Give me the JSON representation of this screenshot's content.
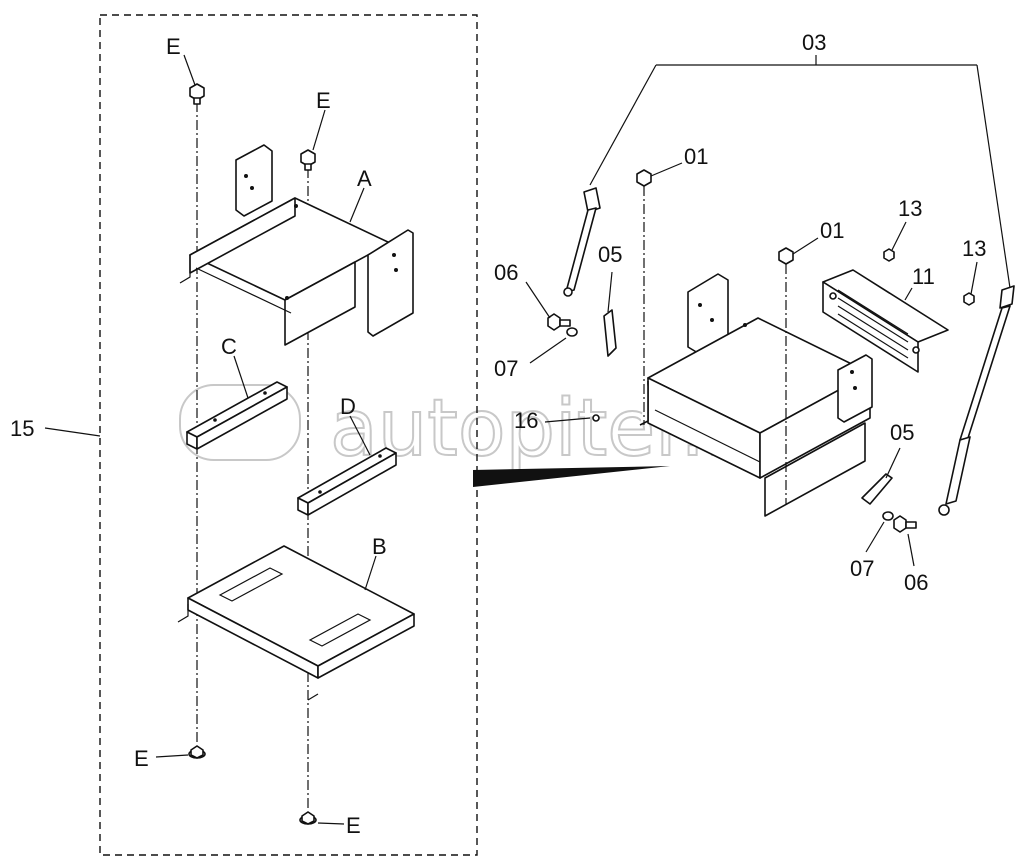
{
  "diagram": {
    "callouts": {
      "e_left_top": "E",
      "e_mid_top": "E",
      "a": "A",
      "c": "C",
      "d": "D",
      "b": "B",
      "e_left_bottom": "E",
      "e_mid_bottom": "E",
      "c15": "15",
      "c03": "03",
      "c01a": "01",
      "c01b": "01",
      "c05a": "05",
      "c05b": "05",
      "c06a": "06",
      "c06b": "06",
      "c07a": "07",
      "c07b": "07",
      "c13a": "13",
      "c13b": "13",
      "c11": "11",
      "c16": "16"
    },
    "watermark": "autopiter.ru"
  }
}
